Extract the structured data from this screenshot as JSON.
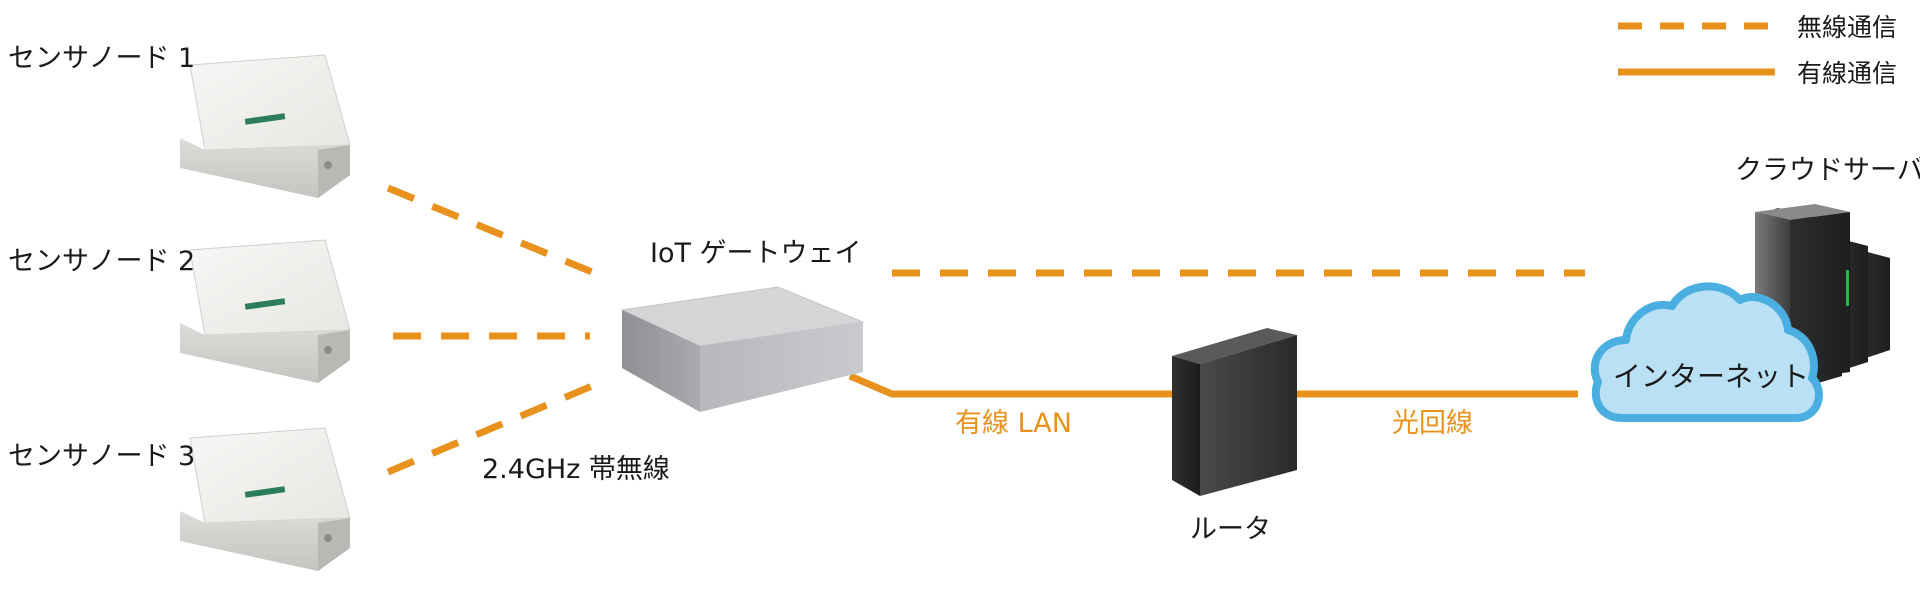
{
  "legend": {
    "wireless_label": "無線通信",
    "wired_label": "有線通信"
  },
  "nodes": [
    {
      "label": "センサノード 1"
    },
    {
      "label": "センサノード 2"
    },
    {
      "label": "センサノード 3"
    }
  ],
  "gateway": {
    "label": "IoT ゲートウェイ"
  },
  "wireless_band_label": "2.4GHz 帯無線",
  "wired_lan_label": "有線 LAN",
  "router": {
    "label": "ルータ"
  },
  "fiber_label": "光回線",
  "internet": {
    "label": "インターネット"
  },
  "cloud_server": {
    "label": "クラウドサーバ"
  },
  "colors": {
    "connection": "#e8911d",
    "cloud_fill": "#b9e0f5",
    "cloud_stroke": "#4aafe0",
    "node_body": "#eeeeec",
    "gateway_top": "#d4d5d7",
    "router_front": "#3b3b3b",
    "server_body": "#555555",
    "server_led": "#22bb44"
  }
}
